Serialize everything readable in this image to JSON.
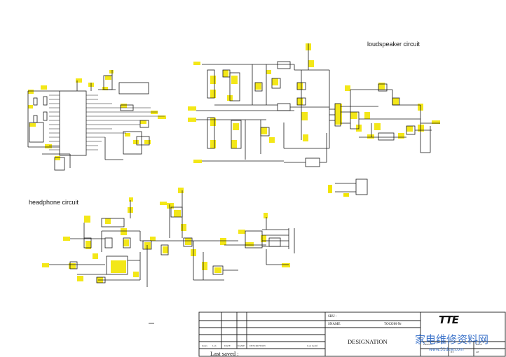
{
  "headings": {
    "loudspeaker": "loudspeaker circuit",
    "headphone": "headphone circuit"
  },
  "title_block": {
    "sbu_label": "SBU :",
    "sname_label": "SNAME",
    "sname_value": "TOCOM-Nr",
    "designation_label": "DESIGNATION",
    "col_index": "Index",
    "col_lab": "Lab",
    "col_date": "DATE",
    "col_name": "NAME",
    "col_description": "DESCRIPTION",
    "col_last_modif": "Last modif",
    "last_saved": "Last saved :",
    "drawn_label": "DRAWN",
    "page_label": "PAGE",
    "by_label": "BY",
    "of_label": "OF",
    "logo_text": "TTE"
  },
  "watermark": {
    "text": "家电维修资料网",
    "url": "www.51dzw.com"
  },
  "colors": {
    "wire": "#1a1a1a",
    "component_highlight": "#f2e500",
    "watermark": "#1f5fc2"
  }
}
